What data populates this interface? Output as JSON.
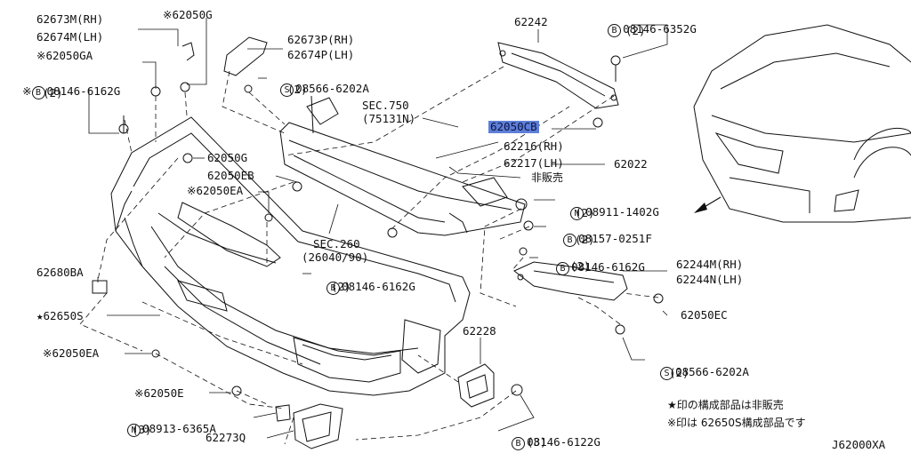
{
  "labels": {
    "l01": "62673M(RH)",
    "l02": "62674M(LH)",
    "l03": "※62050G",
    "l04": "※62050GA",
    "l05_prefix": "※",
    "l05_mark": "B",
    "l05": "08146-6162G",
    "l05_qty": "(2)",
    "l06": "62673P(RH)",
    "l07": "62674P(LH)",
    "l08_mark": "S",
    "l08": "08566-6202A",
    "l08_qty": "(2)",
    "l09": "62242",
    "l10_mark": "B",
    "l10": "08146-6352G",
    "l10_qty": "(2)",
    "l11": "SEC.750",
    "l12": "(75131N)",
    "l13": "62050CB",
    "l14": "62216(RH)",
    "l15": "62217(LH)",
    "l16": "62022",
    "l17": "非販売",
    "l18": "62050G",
    "l19": "62050EB",
    "l20": "※62050EA",
    "l21_mark": "N",
    "l21": "08911-1402G",
    "l21_qty": "(2)",
    "l22_mark": "B",
    "l22": "08157-0251F",
    "l22_qty": "(2)",
    "l23": "SEC.260",
    "l24": "(26040/90)",
    "l25_mark": "B",
    "l25": "08146-6162G",
    "l25_qty": "(2)",
    "l26_mark": "B",
    "l26": "08146-6162G",
    "l26_qty": "(2)",
    "l27": "62244M(RH)",
    "l28": "62244N(LH)",
    "l29": "62680BA",
    "l30": "★62650S",
    "l31": "62050EC",
    "l32": "※62050EA",
    "l33": "62228",
    "l34_mark": "S",
    "l34": "08566-6202A",
    "l34_qty": "(2)",
    "l35": "※62050E",
    "l36_mark": "N",
    "l36": "08913-6365A",
    "l36_qty": "(3)",
    "l37": "62273Q",
    "l38_mark": "B",
    "l38": "08146-6122G",
    "l38_qty": "(3)",
    "note1": "★印の構成部品は非販売",
    "note2": "※印は 62650S構成部品です",
    "code": "J62000XA"
  }
}
